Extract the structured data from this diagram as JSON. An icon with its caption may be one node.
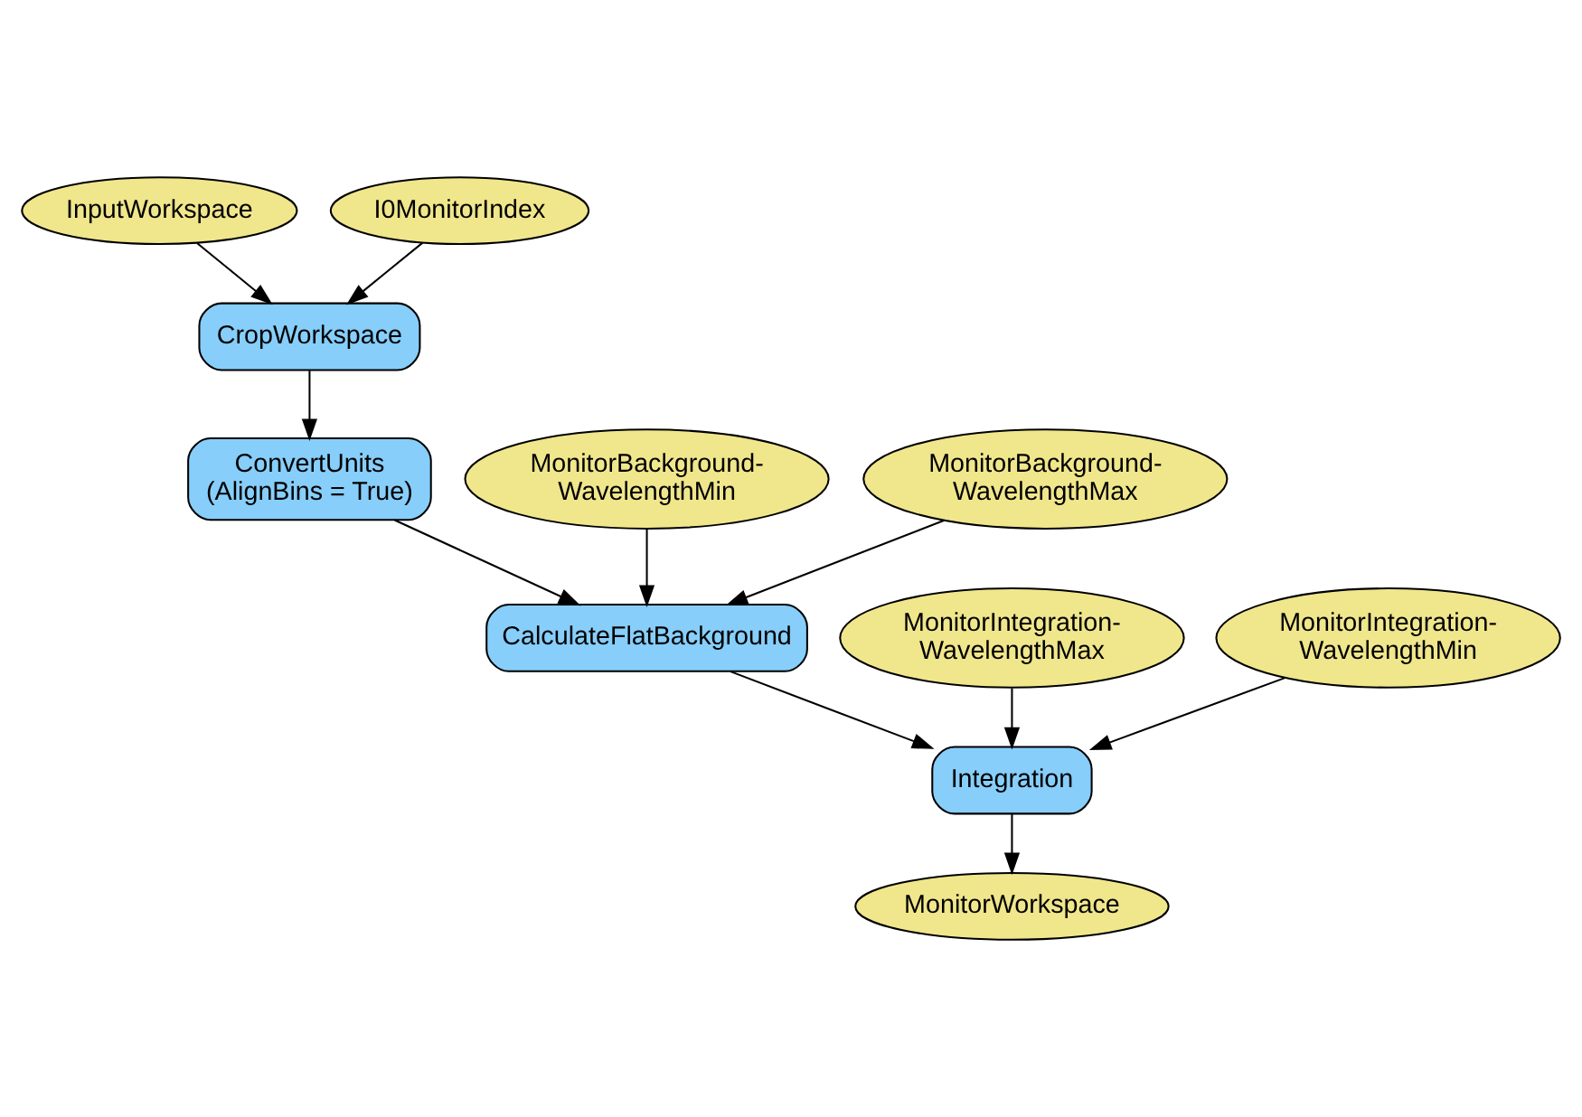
{
  "diagram": {
    "nodes": [
      {
        "text": [
          "InputWorkspace"
        ]
      },
      {
        "text": [
          "I0MonitorIndex"
        ]
      },
      {
        "text": [
          "CropWorkspace"
        ]
      },
      {
        "text": [
          "ConvertUnits (AlignBins = True)"
        ]
      },
      {
        "text": [
          "MonitorBackground- WavelengthMin"
        ]
      },
      {
        "text": [
          "MonitorBackground- WavelengthMax"
        ]
      },
      {
        "text": [
          "CalculateFlatBackground"
        ]
      },
      {
        "text": [
          "MonitorIntegration- WavelengthMax"
        ]
      },
      {
        "text": [
          "MonitorIntegration- WavelengthMin"
        ]
      },
      {
        "text": [
          "Integration"
        ]
      },
      {
        "text": [
          "MonitorWorkspace"
        ]
      }
    ],
    "edges": [
      {
        "from": 0,
        "to": 2,
        "arrow": "to"
      },
      {
        "from": 1,
        "to": 2,
        "arrow": "to"
      },
      {
        "from": 2,
        "to": 3,
        "arrow": "to"
      },
      {
        "from": 3,
        "to": 6,
        "arrow": "to"
      },
      {
        "from": 4,
        "to": 6,
        "arrow": "to"
      },
      {
        "from": 5,
        "to": 6,
        "arrow": "to"
      },
      {
        "from": 6,
        "to": 9,
        "arrow": "to"
      },
      {
        "from": 7,
        "to": 9,
        "arrow": "to"
      },
      {
        "from": 8,
        "to": 9,
        "arrow": "to"
      },
      {
        "from": 9,
        "to": 10,
        "arrow": "to"
      }
    ]
  }
}
